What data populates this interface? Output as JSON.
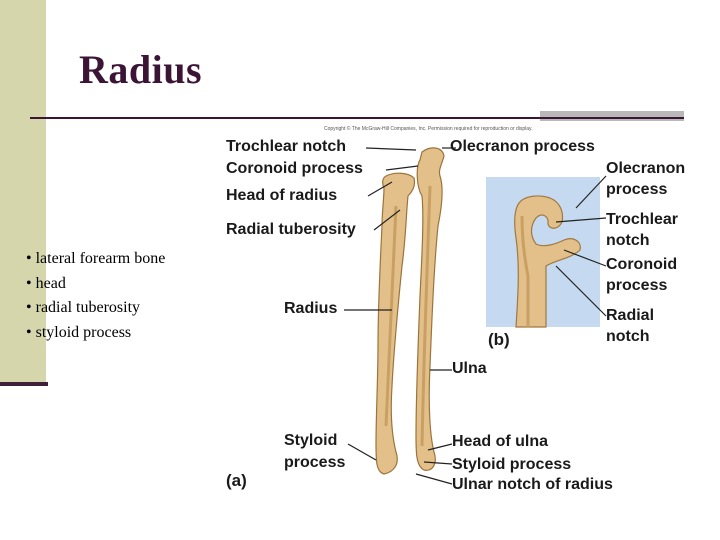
{
  "slide": {
    "title": "Radius",
    "bullets": [
      "lateral forearm bone",
      "head",
      "radial tuberosity",
      "styloid process"
    ]
  },
  "figure": {
    "copyright": "Copyright © The McGraw-Hill Companies, Inc. Permission required for reproduction or display.",
    "labels": {
      "trochlear_notch": "Trochlear notch",
      "coronoid_process": "Coronoid process",
      "head_of_radius": "Head of radius",
      "radial_tuberosity": "Radial tuberosity",
      "radius": "Radius",
      "styloid_process_left_1": "Styloid",
      "styloid_process_left_2": "process",
      "panel_a": "(a)",
      "olecranon_process": "Olecranon process",
      "ulna": "Ulna",
      "head_of_ulna": "Head of ulna",
      "styloid_process_right": "Styloid process",
      "ulnar_notch_of_radius": "Ulnar notch of radius",
      "panel_b": "(b)",
      "inset_olecranon_1": "Olecranon",
      "inset_olecranon_2": "process",
      "inset_trochlear_1": "Trochlear",
      "inset_trochlear_2": "notch",
      "inset_coronoid_1": "Coronoid",
      "inset_coronoid_2": "process",
      "inset_radial_1": "Radial",
      "inset_radial_2": "notch"
    }
  },
  "colors": {
    "sidebar": "#d6d6ad",
    "title": "#3b1436",
    "bone": "#e3c089",
    "inset_bg": "#c5daf0"
  }
}
